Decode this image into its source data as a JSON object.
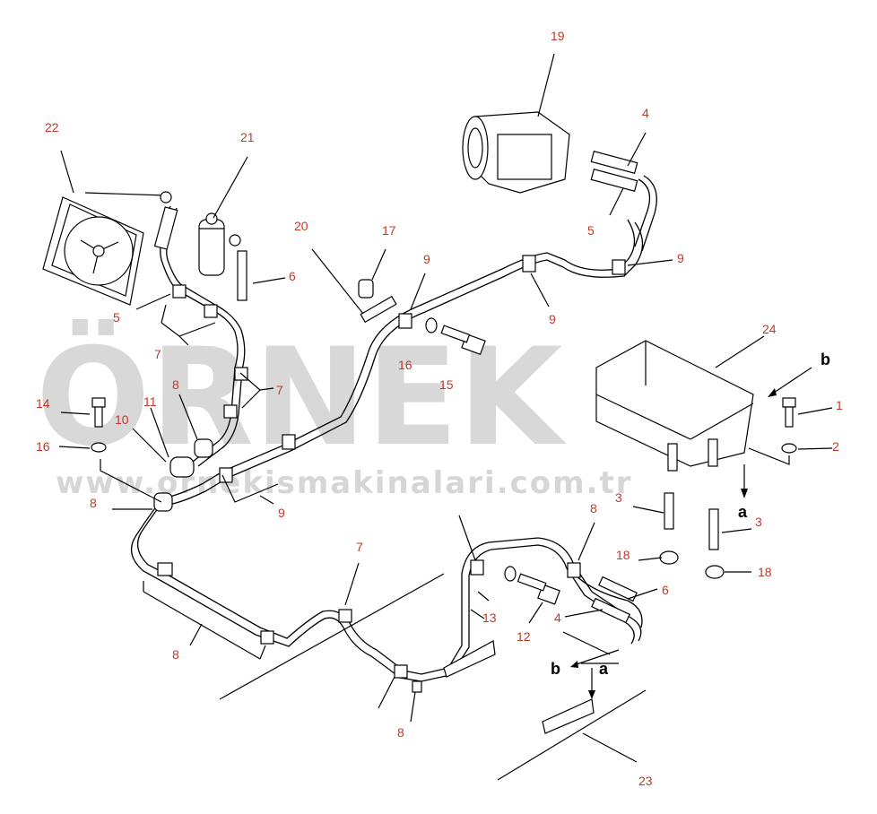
{
  "watermark": {
    "brand": "ÖRNEK",
    "url": "www.ornekismakinalari.com.tr"
  },
  "callouts": [
    "1",
    "2",
    "3",
    "3",
    "4",
    "4",
    "5",
    "5",
    "6",
    "6",
    "7",
    "7",
    "7",
    "8",
    "8",
    "8",
    "8",
    "8",
    "9",
    "9",
    "9",
    "9",
    "10",
    "11",
    "12",
    "13",
    "14",
    "15",
    "16",
    "16",
    "17",
    "18",
    "18",
    "19",
    "20",
    "21",
    "22",
    "23",
    "24"
  ],
  "letters": [
    "a",
    "a",
    "b",
    "b"
  ],
  "colors": {
    "callout": "#c0392b",
    "watermark": "#d8d8d8",
    "line": "#000000"
  }
}
